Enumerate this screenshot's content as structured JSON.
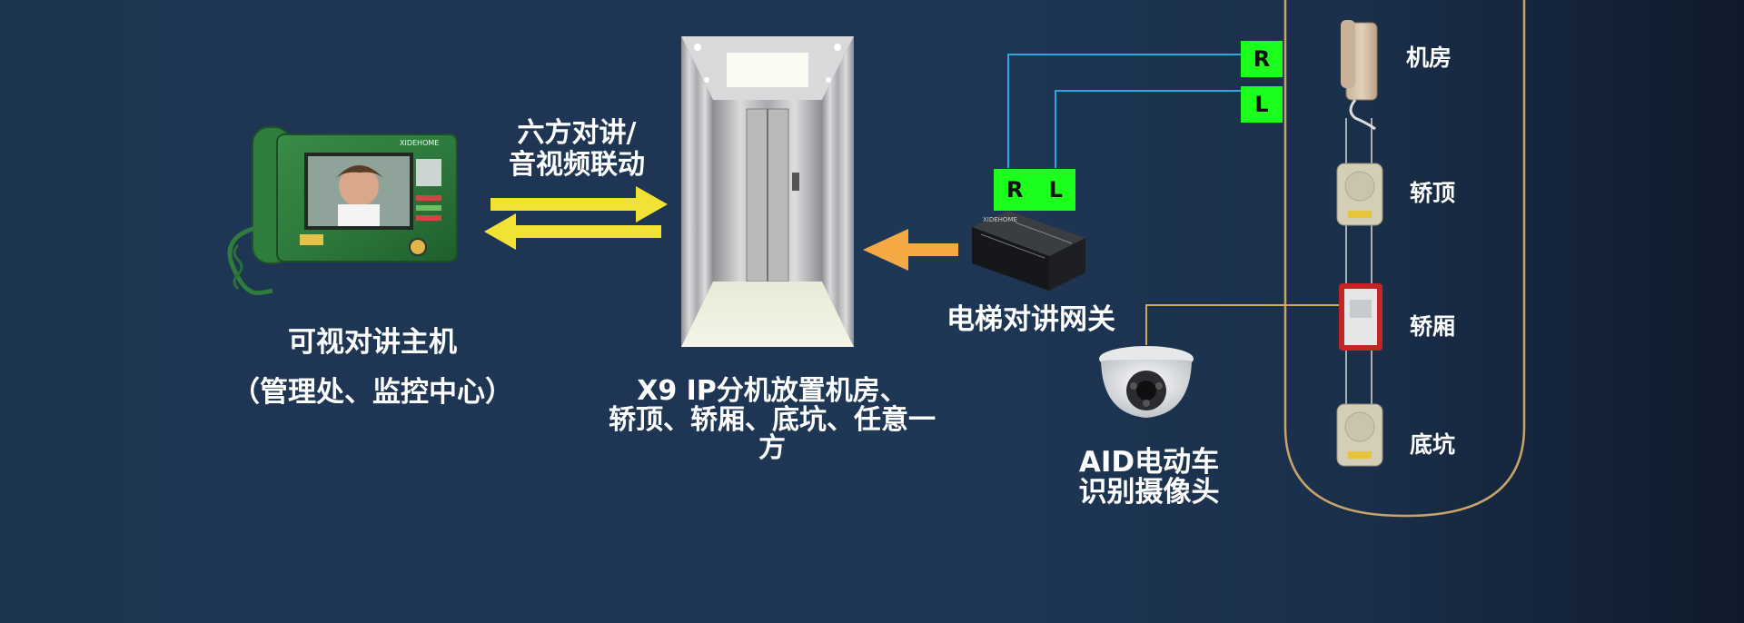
{
  "left_unit": {
    "name": "可视对讲主机",
    "location": "（管理处、监控中心）",
    "brand": "XIDEHOME"
  },
  "arrows_label": {
    "line1": "六方对讲/",
    "line2": "音视频联动"
  },
  "elevator": {
    "caption_line1": "X9 IP分机放置机房、",
    "caption_line2": "轿顶、轿厢、底坑、任意一",
    "caption_line3": "方"
  },
  "gateway": {
    "name": "电梯对讲网关",
    "brand": "XIDEHOME"
  },
  "camera": {
    "line1": "AID电动车",
    "line2": "识别摄像头"
  },
  "connectors": {
    "r": "R",
    "l": "L"
  },
  "rail_points": [
    {
      "label": "机房"
    },
    {
      "label": "轿顶"
    },
    {
      "label": "轿厢"
    },
    {
      "label": "底坑"
    }
  ],
  "colors": {
    "background": "#1e3552",
    "arrow_yellow": "#f2e233",
    "arrow_orange": "#f5a945",
    "connector_green": "#1cff1c",
    "wire_blue": "#2ea6e6",
    "wire_gold": "#d3a85a",
    "rail_border": "#c9a46a"
  }
}
